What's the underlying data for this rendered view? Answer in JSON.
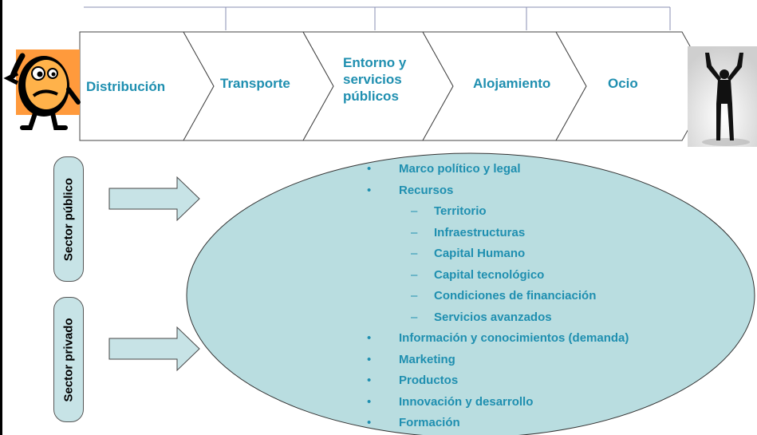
{
  "chain": [
    {
      "label": "Distribución"
    },
    {
      "label": "Transporte"
    },
    {
      "label": "Entorno y\nservicios\npúblicos"
    },
    {
      "label": "Alojamiento"
    },
    {
      "label": "Ocio"
    }
  ],
  "sectors": {
    "public": "Sector público",
    "private": "Sector privado"
  },
  "bullets": [
    {
      "level": 1,
      "marker": "•",
      "text": "Marco político y legal"
    },
    {
      "level": 1,
      "marker": "•",
      "text": "Recursos"
    },
    {
      "level": 2,
      "marker": "–",
      "text": "Territorio"
    },
    {
      "level": 2,
      "marker": "–",
      "text": "Infraestructuras"
    },
    {
      "level": 2,
      "marker": "–",
      "text": "Capital Humano"
    },
    {
      "level": 2,
      "marker": "–",
      "text": "Capital tecnológico"
    },
    {
      "level": 2,
      "marker": "–",
      "text": "Condiciones de financiación"
    },
    {
      "level": 2,
      "marker": "–",
      "text": "Servicios avanzados"
    },
    {
      "level": 1,
      "marker": "•",
      "text": "Información y conocimientos (demanda)"
    },
    {
      "level": 1,
      "marker": "•",
      "text": "Marketing"
    },
    {
      "level": 1,
      "marker": "•",
      "text": "Productos"
    },
    {
      "level": 1,
      "marker": "•",
      "text": "Innovación y desarrollo"
    },
    {
      "level": 1,
      "marker": "•",
      "text": "Formación"
    }
  ],
  "colors": {
    "accent_text": "#1f8fb0",
    "ellipse_fill": "#b9dde0",
    "arrow_fill": "#c7e3e6",
    "frame_line": "#8a8fb3",
    "character_background": "#ff9a3c"
  },
  "icons": {
    "left": "worried-cartoon-character-icon",
    "right": "celebrating-person-silhouette-icon"
  }
}
